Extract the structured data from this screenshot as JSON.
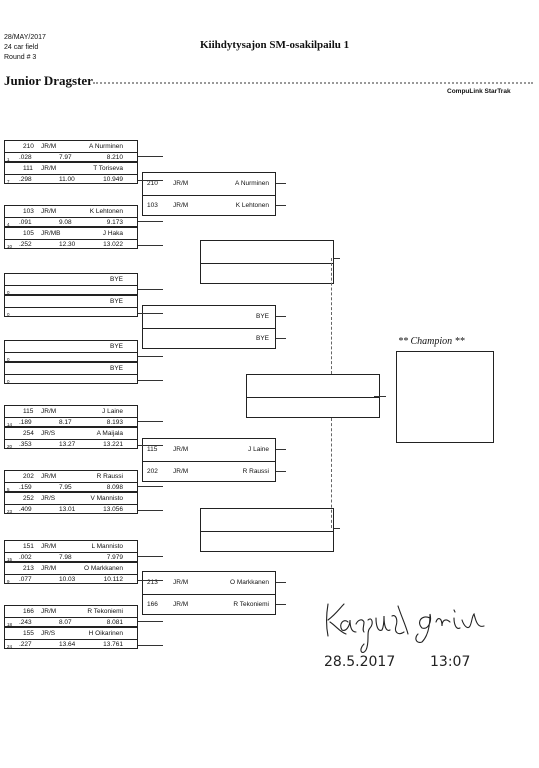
{
  "header": {
    "date": "28/MAY/2017",
    "field": "24 car field",
    "round": "Round # 3",
    "event_title": "Kiihdytysajon SM-osakilpailu 1",
    "class_name": "Junior Dragster",
    "brand": "CompuLink StarTrak"
  },
  "round1": [
    {
      "car": "210",
      "cls": "JR/M",
      "name": "A Nurminen",
      "lane": "1",
      "rt": ".028",
      "et": "7.97",
      "total": "8.210"
    },
    {
      "car": "111",
      "cls": "JR/M",
      "name": "T Toriseva",
      "lane": "7",
      "rt": ".298",
      "et": "11.00",
      "total": "10.949"
    },
    {
      "car": "103",
      "cls": "JR/M",
      "name": "K Lehtonen",
      "lane": "4",
      "rt": ".091",
      "et": "9.08",
      "total": "9.173"
    },
    {
      "car": "105",
      "cls": "JR/MB",
      "name": "J Haka",
      "lane": "10",
      "rt": ".252",
      "et": "12.30",
      "total": "13.022"
    },
    {
      "car": "",
      "cls": "",
      "name": "BYE",
      "lane": "0",
      "rt": "",
      "et": "",
      "total": ""
    },
    {
      "car": "",
      "cls": "",
      "name": "BYE",
      "lane": "0",
      "rt": "",
      "et": "",
      "total": ""
    },
    {
      "car": "",
      "cls": "",
      "name": "BYE",
      "lane": "0",
      "rt": "",
      "et": "",
      "total": ""
    },
    {
      "car": "",
      "cls": "",
      "name": "BYE",
      "lane": "0",
      "rt": "",
      "et": "",
      "total": ""
    },
    {
      "car": "115",
      "cls": "JR/M",
      "name": "J Laine",
      "lane": "14",
      "rt": ".189",
      "et": "8.17",
      "total": "8.193"
    },
    {
      "car": "254",
      "cls": "JR/S",
      "name": "A Maijala",
      "lane": "20",
      "rt": ".353",
      "et": "13.27",
      "total": "13.221"
    },
    {
      "car": "202",
      "cls": "JR/M",
      "name": "R Raussi",
      "lane": "5",
      "rt": ".159",
      "et": "7.95",
      "total": "8.098"
    },
    {
      "car": "252",
      "cls": "JR/S",
      "name": "V Mannisto",
      "lane": "23",
      "rt": ".409",
      "et": "13.01",
      "total": "13.056"
    },
    {
      "car": "151",
      "cls": "JR/M",
      "name": "L Mannisto",
      "lane": "15",
      "rt": ".002",
      "et": "7.98",
      "total": "7.979"
    },
    {
      "car": "213",
      "cls": "JR/M",
      "name": "O Markkanen",
      "lane": "9",
      "rt": ".077",
      "et": "10.03",
      "total": "10.112"
    },
    {
      "car": "166",
      "cls": "JR/M",
      "name": "R Tekoniemi",
      "lane": "18",
      "rt": ".243",
      "et": "8.07",
      "total": "8.081"
    },
    {
      "car": "155",
      "cls": "JR/S",
      "name": "H Oikarinen",
      "lane": "24",
      "rt": ".227",
      "et": "13.64",
      "total": "13.761"
    }
  ],
  "round2": [
    {
      "top": {
        "car": "210",
        "cls": "JR/M",
        "name": "A Nurminen"
      },
      "bot": {
        "car": "103",
        "cls": "JR/M",
        "name": "K Lehtonen"
      }
    },
    {
      "top": {
        "car": "",
        "cls": "",
        "name": "BYE"
      },
      "bot": {
        "car": "",
        "cls": "",
        "name": "BYE"
      }
    },
    {
      "top": {
        "car": "115",
        "cls": "JR/M",
        "name": "J Laine"
      },
      "bot": {
        "car": "202",
        "cls": "JR/M",
        "name": "R Raussi"
      }
    },
    {
      "top": {
        "car": "213",
        "cls": "JR/M",
        "name": "O Markkanen"
      },
      "bot": {
        "car": "166",
        "cls": "JR/M",
        "name": "R Tekoniemi"
      }
    }
  ],
  "champion_label": "** Champion **",
  "signature": {
    "date_written": "28.5.2017",
    "time_written": "13:07"
  }
}
